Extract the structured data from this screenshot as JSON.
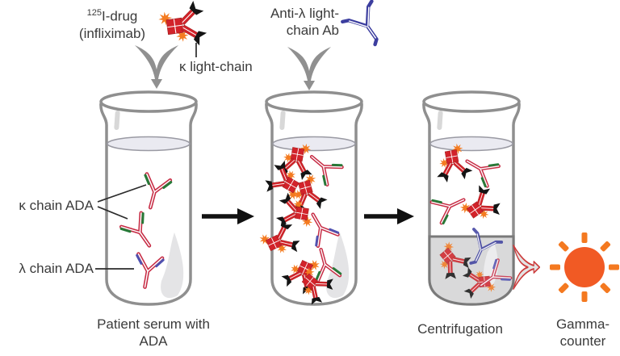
{
  "labels": {
    "drug_isotope": "125",
    "drug_name": "I-drug",
    "drug_product": "(infliximab)",
    "kappa_light_chain": "κ light-chain",
    "anti_lambda_1": "Anti-λ light-",
    "anti_lambda_2": "chain Ab",
    "kappa_ada": "κ chain ADA",
    "lambda_ada": "λ chain ADA",
    "serum_1": "Patient serum with",
    "serum_2": "ADA",
    "centrifugation": "Centrifugation",
    "gamma_1": "Gamma-",
    "gamma_2": "counter"
  },
  "icons": {
    "drug_antibody": "red antibody with black Fab tips and orange 125I starbursts",
    "anti_lambda_antibody": "blue outline antibody",
    "kappa_ada_antibody": "red Y antibody with green light-chain segments",
    "lambda_ada_antibody": "red Y antibody with blue light-chain segments",
    "gamma_counter": "orange sun burst",
    "add_funnel_arrow": "gray funnel arrow pointing down",
    "step_arrow": "black arrow pointing right",
    "pour_arrow": "red funnel arrow pointing right"
  },
  "colors": {
    "drug_red": "#d2232a",
    "radiolabel_orange": "#f47b20",
    "kappa_green": "#267a38",
    "lambda_blue": "#4f51b0",
    "anti_lambda_blue": "#3c3e9f",
    "ada_red": "#c72b44",
    "tube_gray": "#8f8f8f",
    "pellet_gray": "#d9d9da",
    "funnel_gray": "#909090",
    "arrow_black": "#111111",
    "sun_orange": "#f15a24",
    "text_gray": "#3b3b3b"
  }
}
